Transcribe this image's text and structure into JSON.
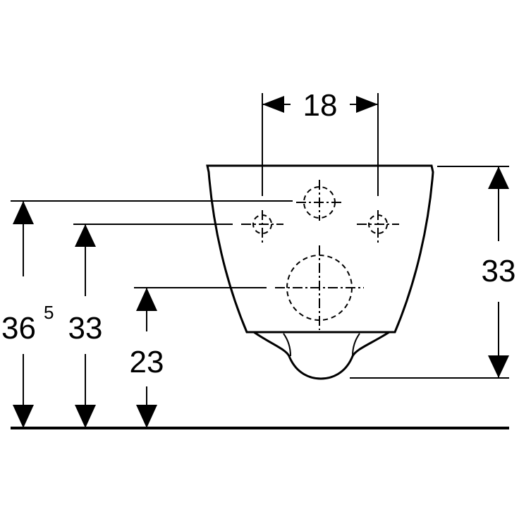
{
  "dimensions": {
    "top_width": "18",
    "right_height": "33",
    "left_outer_main": "36",
    "left_outer_sup": "5",
    "left_middle": "33",
    "left_inner": "23"
  },
  "colors": {
    "line": "#000000",
    "background": "#ffffff"
  }
}
